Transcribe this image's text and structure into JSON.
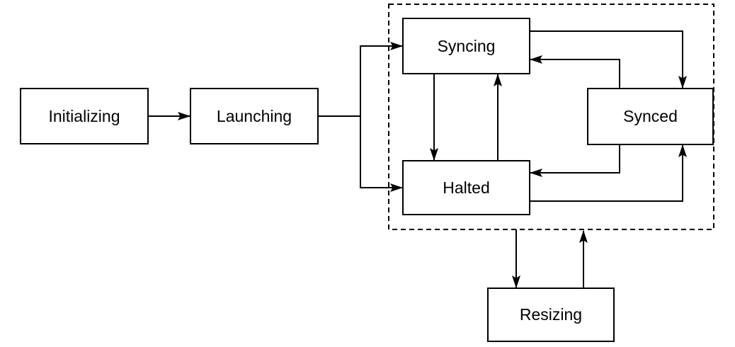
{
  "diagram": {
    "type": "state-diagram",
    "background_color": "#ffffff",
    "line_color": "#000000",
    "text_color": "#000000",
    "node_fill_color": "#ffffff",
    "nodes": [
      {
        "id": "initializing",
        "label": "Initializing"
      },
      {
        "id": "launching",
        "label": "Launching"
      },
      {
        "id": "syncing",
        "label": "Syncing"
      },
      {
        "id": "halted",
        "label": "Halted"
      },
      {
        "id": "synced",
        "label": "Synced"
      },
      {
        "id": "resizing",
        "label": "Resizing"
      }
    ],
    "group": {
      "border_style": "dashed",
      "members": [
        "Syncing",
        "Halted",
        "Synced"
      ]
    },
    "edges": [
      {
        "from": "Initializing",
        "to": "Launching"
      },
      {
        "from": "Launching",
        "to": "Syncing"
      },
      {
        "from": "Launching",
        "to": "Halted"
      },
      {
        "from": "Syncing",
        "to": "Halted"
      },
      {
        "from": "Halted",
        "to": "Syncing"
      },
      {
        "from": "Syncing",
        "to": "Synced"
      },
      {
        "from": "Synced",
        "to": "Syncing"
      },
      {
        "from": "Synced",
        "to": "Halted"
      },
      {
        "from": "Halted",
        "to": "Synced"
      },
      {
        "from": "group",
        "to": "Resizing"
      },
      {
        "from": "Resizing",
        "to": "group"
      }
    ]
  }
}
